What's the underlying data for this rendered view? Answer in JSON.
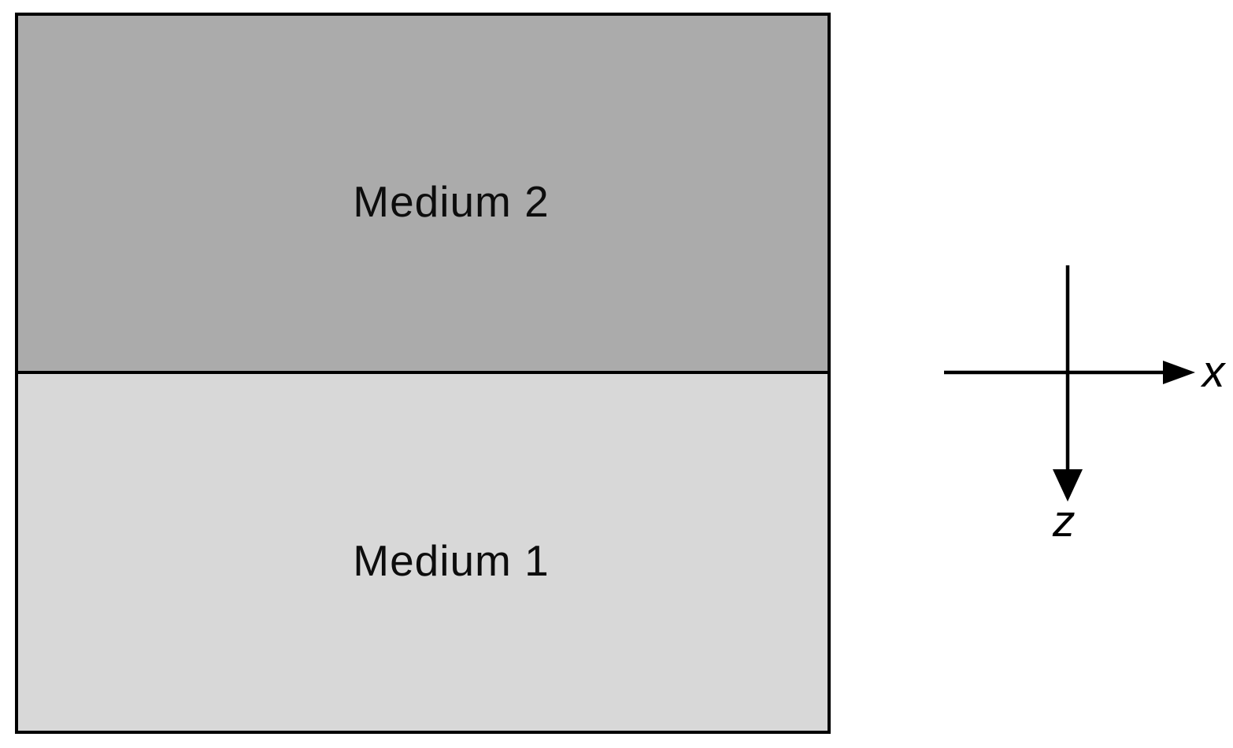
{
  "figure": {
    "media_box": {
      "medium2": {
        "label": "Medium 2",
        "fill_color": "#ababab"
      },
      "medium1": {
        "label": "Medium 1",
        "fill_color": "#d8d8d8"
      },
      "border_color": "#000000"
    },
    "axes": {
      "x_label": "x",
      "z_label": "z",
      "x_direction": "right",
      "z_direction": "down",
      "line_color": "#000000"
    },
    "background_color": "#ffffff"
  }
}
